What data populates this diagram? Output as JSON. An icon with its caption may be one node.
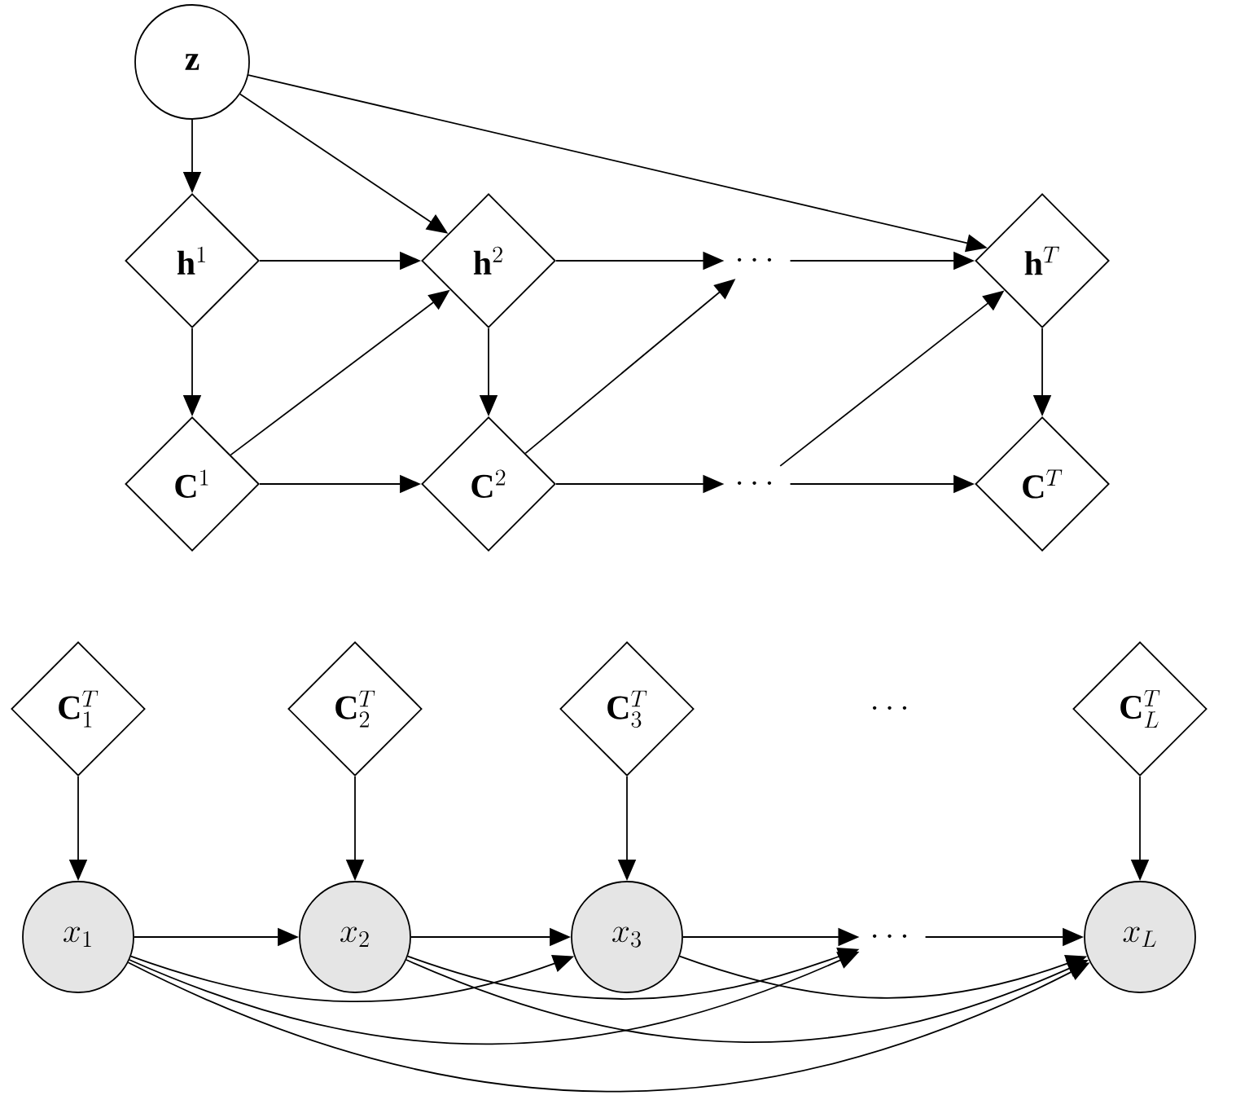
{
  "diagram": {
    "nodes": [
      {
        "text": [
          "\\mathbf{z}"
        ]
      },
      {
        "text": [
          "\\mathbf{h}^1"
        ]
      },
      {
        "text": [
          "\\mathbf{h}^2"
        ]
      },
      {
        "text": [
          "\\cdots"
        ]
      },
      {
        "text": [
          "\\mathbf{h}^T"
        ]
      },
      {
        "text": [
          "\\mathbf{C}^1"
        ]
      },
      {
        "text": [
          "\\mathbf{C}^2"
        ]
      },
      {
        "text": [
          "\\cdots"
        ]
      },
      {
        "text": [
          "\\mathbf{C}^T"
        ]
      },
      {
        "text": [
          "\\mathbf{C}^T_1"
        ]
      },
      {
        "text": [
          "\\mathbf{C}^T_2"
        ]
      },
      {
        "text": [
          "\\mathbf{C}^T_3"
        ]
      },
      {
        "text": [
          "\\mathbf{C}^T_L"
        ]
      },
      {
        "text": [
          "x_1"
        ]
      },
      {
        "text": [
          "x_2"
        ]
      },
      {
        "text": [
          "x_3"
        ]
      },
      {
        "text": [
          "\\cdots"
        ]
      },
      {
        "text": [
          "x_L"
        ]
      }
    ],
    "edges": [
      {
        "from": 0,
        "to": 1,
        "arrow": "to"
      },
      {
        "from": 0,
        "to": 2,
        "arrow": "to"
      },
      {
        "from": 0,
        "to": 4,
        "arrow": "to"
      },
      {
        "from": 1,
        "to": 2,
        "arrow": "to"
      },
      {
        "from": 1,
        "to": 5,
        "arrow": "to"
      },
      {
        "from": 2,
        "to": 3,
        "arrow": "to"
      },
      {
        "from": 2,
        "to": 6,
        "arrow": "to"
      },
      {
        "from": 3,
        "to": 4,
        "arrow": "to"
      },
      {
        "from": 5,
        "to": 2,
        "arrow": "to"
      },
      {
        "from": 5,
        "to": 6,
        "arrow": "to"
      },
      {
        "from": 6,
        "to": 3,
        "arrow": "to"
      },
      {
        "from": 6,
        "to": 7,
        "arrow": "to"
      },
      {
        "from": 7,
        "to": 4,
        "arrow": "to"
      },
      {
        "from": 7,
        "to": 8,
        "arrow": "to"
      },
      {
        "from": 4,
        "to": 8,
        "arrow": "to"
      },
      {
        "from": 9,
        "to": 13,
        "arrow": "to"
      },
      {
        "from": 10,
        "to": 14,
        "arrow": "to"
      },
      {
        "from": 11,
        "to": 15,
        "arrow": "to"
      },
      {
        "from": 12,
        "to": 17,
        "arrow": "to"
      },
      {
        "from": 13,
        "to": 14,
        "arrow": "to"
      },
      {
        "from": 14,
        "to": 15,
        "arrow": "to"
      },
      {
        "from": 15,
        "to": 16,
        "arrow": "to"
      },
      {
        "from": 16,
        "to": 17,
        "arrow": "to"
      },
      {
        "from": 13,
        "to": 15,
        "arrow": "to"
      },
      {
        "from": 13,
        "to": 16,
        "arrow": "to"
      },
      {
        "from": 13,
        "to": 17,
        "arrow": "to"
      },
      {
        "from": 14,
        "to": 16,
        "arrow": "to"
      },
      {
        "from": 14,
        "to": 17,
        "arrow": "to"
      },
      {
        "from": 15,
        "to": 17,
        "arrow": "to"
      }
    ],
    "labels": [
      "\\cdots"
    ]
  }
}
